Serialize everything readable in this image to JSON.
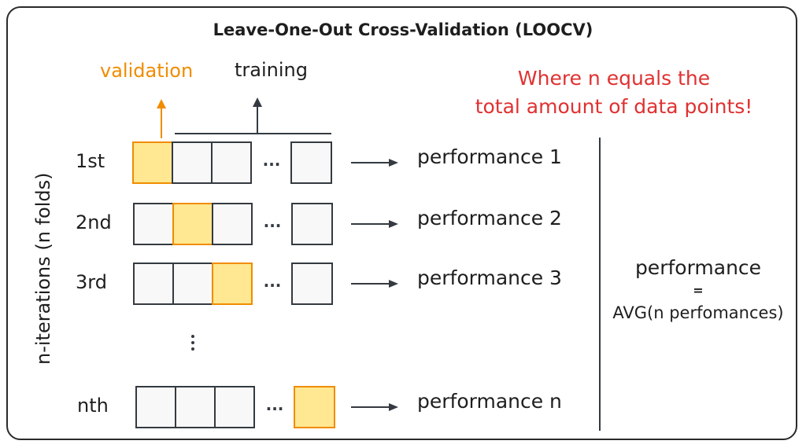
{
  "title": "Leave-One-Out Cross-Validation (LOOCV)",
  "labels": {
    "validation": "validation",
    "training": "training",
    "iterations": "n-iterations (n folds)"
  },
  "note": {
    "line1": "Where n equals the",
    "line2": "total amount of data points!"
  },
  "rows": [
    {
      "label": "1st",
      "result": "performance 1",
      "validation_index": 0
    },
    {
      "label": "2nd",
      "result": "performance 2",
      "validation_index": 1
    },
    {
      "label": "3rd",
      "result": "performance 3",
      "validation_index": 2
    },
    {
      "label": "nth",
      "result": "performance n",
      "validation_index": 3
    }
  ],
  "ellipsis": "...",
  "summary": {
    "line1": "performance",
    "equals": "=",
    "line2": "AVG(n perfomances)"
  },
  "colors": {
    "validation_fill": "#ffe891",
    "validation_stroke": "#f08c00",
    "training_fill": "#f8f8f8",
    "stroke": "#343a40",
    "note": "#e03131"
  }
}
